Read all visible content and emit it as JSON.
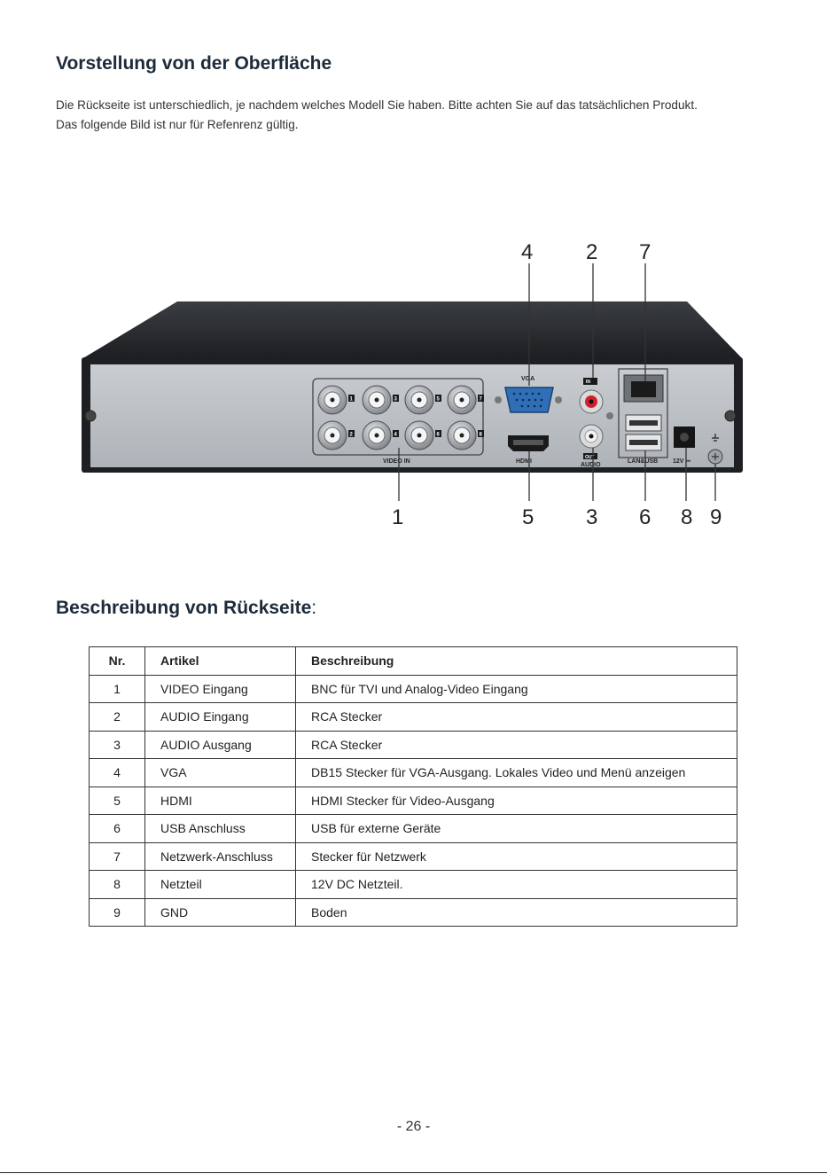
{
  "heading": "Vorstellung von der Oberfläche",
  "intro": {
    "line1": "Die Rückseite ist unterschiedlich, je nachdem welches Modell Sie haben. Bitte achten Sie auf das tatsächlichen Produkt.",
    "line2": "Das folgende Bild ist nur für Refenrenz gültig."
  },
  "device": {
    "callouts_top": [
      "4",
      "2",
      "7"
    ],
    "callouts_bottom": [
      "1",
      "5",
      "3",
      "6",
      "8",
      "9"
    ],
    "labels": {
      "vga": "VGA",
      "video_in": "VIDEO IN",
      "hdmi": "HDMI",
      "in": "IN",
      "out": "OUT",
      "audio": "AUDIO",
      "lan_usb": "LAN&USB",
      "power": "12V ⎓"
    },
    "channel_numbers": [
      "1",
      "2",
      "3",
      "4",
      "5",
      "6",
      "7",
      "8"
    ]
  },
  "description_heading": "Beschreibung von Rückseite",
  "description_colon": ":",
  "table": {
    "headers": [
      "Nr.",
      "Artikel",
      "Beschreibung"
    ],
    "rows": [
      {
        "nr": "1",
        "artikel": "VIDEO Eingang",
        "beschreibung": "BNC für TVI und Analog-Video Eingang"
      },
      {
        "nr": "2",
        "artikel": "AUDIO Eingang",
        "beschreibung": "RCA Stecker"
      },
      {
        "nr": "3",
        "artikel": "AUDIO Ausgang",
        "beschreibung": "RCA Stecker"
      },
      {
        "nr": "4",
        "artikel": "VGA",
        "beschreibung": "DB15 Stecker für VGA-Ausgang. Lokales Video und Menü anzeigen"
      },
      {
        "nr": "5",
        "artikel": "HDMI",
        "beschreibung": "HDMI Stecker für Video-Ausgang"
      },
      {
        "nr": "6",
        "artikel": "USB Anschluss",
        "beschreibung": "USB für externe Geräte"
      },
      {
        "nr": "7",
        "artikel": "Netzwerk-Anschluss",
        "beschreibung": "Stecker für Netzwerk"
      },
      {
        "nr": "8",
        "artikel": "Netzteil",
        "beschreibung": "12V DC Netzteil."
      },
      {
        "nr": "9",
        "artikel": "GND",
        "beschreibung": "Boden"
      }
    ]
  },
  "page_number": "- 26 -"
}
